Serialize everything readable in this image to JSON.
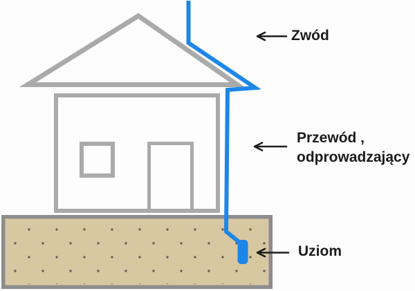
{
  "labels": {
    "zwod": "Zwód",
    "przewod": {
      "line1": "Przewód ,",
      "line2": "odprowadzający"
    },
    "uziom": "Uziom"
  },
  "colors": {
    "background": "#fdfdfd",
    "conductor-blue": "#1e86e8",
    "house-gray": "#aaaaaa",
    "ground-border": "#8d8d8f",
    "ground-fill": "#d8c8a2",
    "ground-dot": "#6a6354",
    "arrow-black": "#1d1d1d",
    "text": "#1b1b1b"
  }
}
